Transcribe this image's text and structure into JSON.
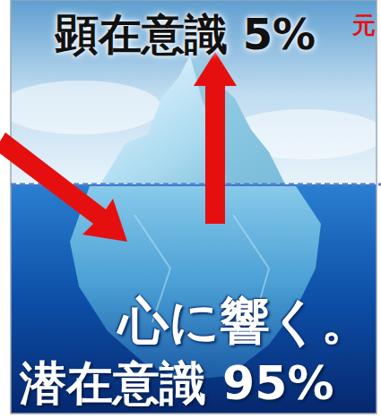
{
  "diagram": {
    "labels": [
      "顕在意識 5%",
      "元",
      "心に響く。",
      "潜在意識 95%"
    ]
  }
}
